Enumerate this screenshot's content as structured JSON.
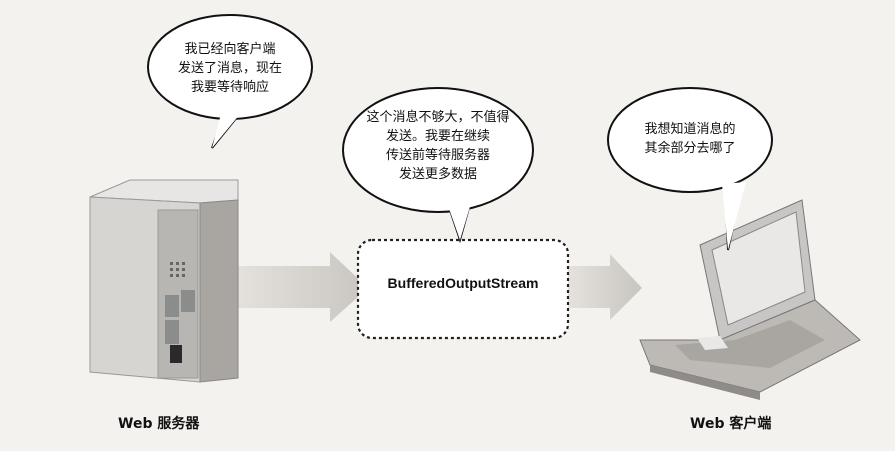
{
  "bubbles": {
    "server": "我已经向客户端\n发送了消息，现在\n我要等待响应",
    "stream": "这个消息不够大，不值得\n发送。我要在继续\n传送前等待服务器\n发送更多数据",
    "client": "我想知道消息的\n其余部分去哪了"
  },
  "stream_box": {
    "label": "BufferedOutputStream"
  },
  "captions": {
    "server": "Web 服务器",
    "client": "Web 客户端"
  }
}
